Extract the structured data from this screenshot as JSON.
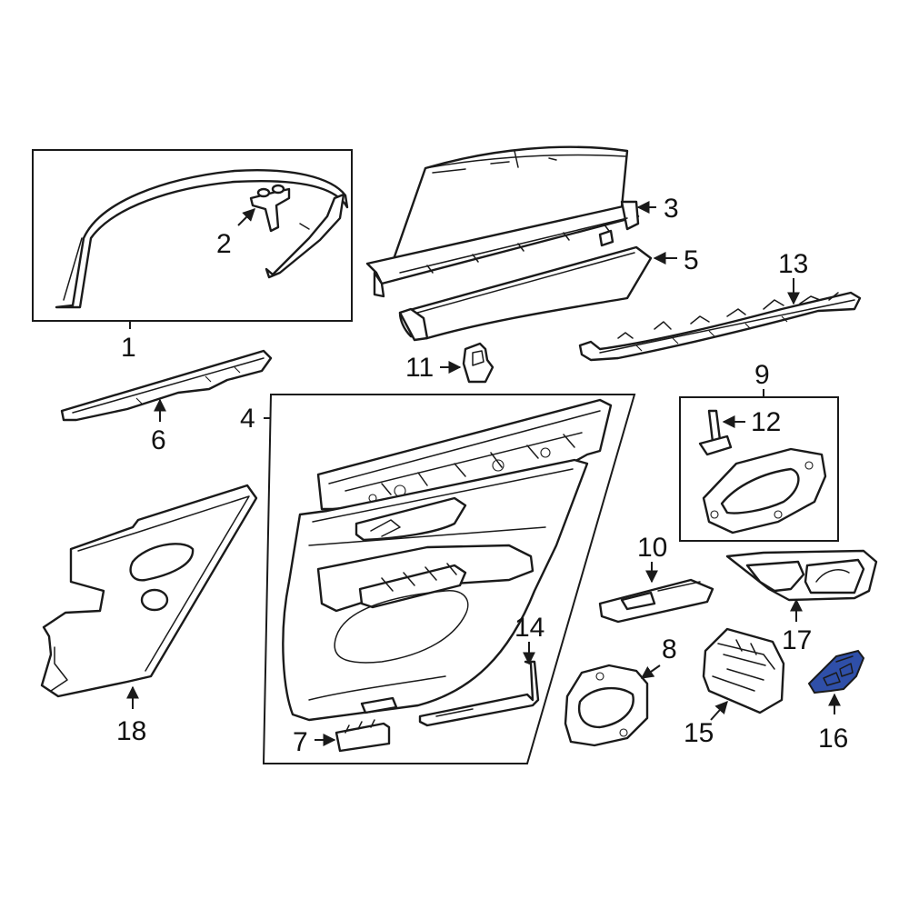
{
  "colors": {
    "line": "#1a1a1a",
    "highlight": "#2f4fa8",
    "background": "#ffffff"
  },
  "callouts": {
    "c1": "1",
    "c2": "2",
    "c3": "3",
    "c4": "4",
    "c5": "5",
    "c6": "6",
    "c7": "7",
    "c8": "8",
    "c9": "9",
    "c10": "10",
    "c11": "11",
    "c12": "12",
    "c13": "13",
    "c14": "14",
    "c15": "15",
    "c16": "16",
    "c17": "17",
    "c18": "18"
  },
  "highlighted_part": "16"
}
